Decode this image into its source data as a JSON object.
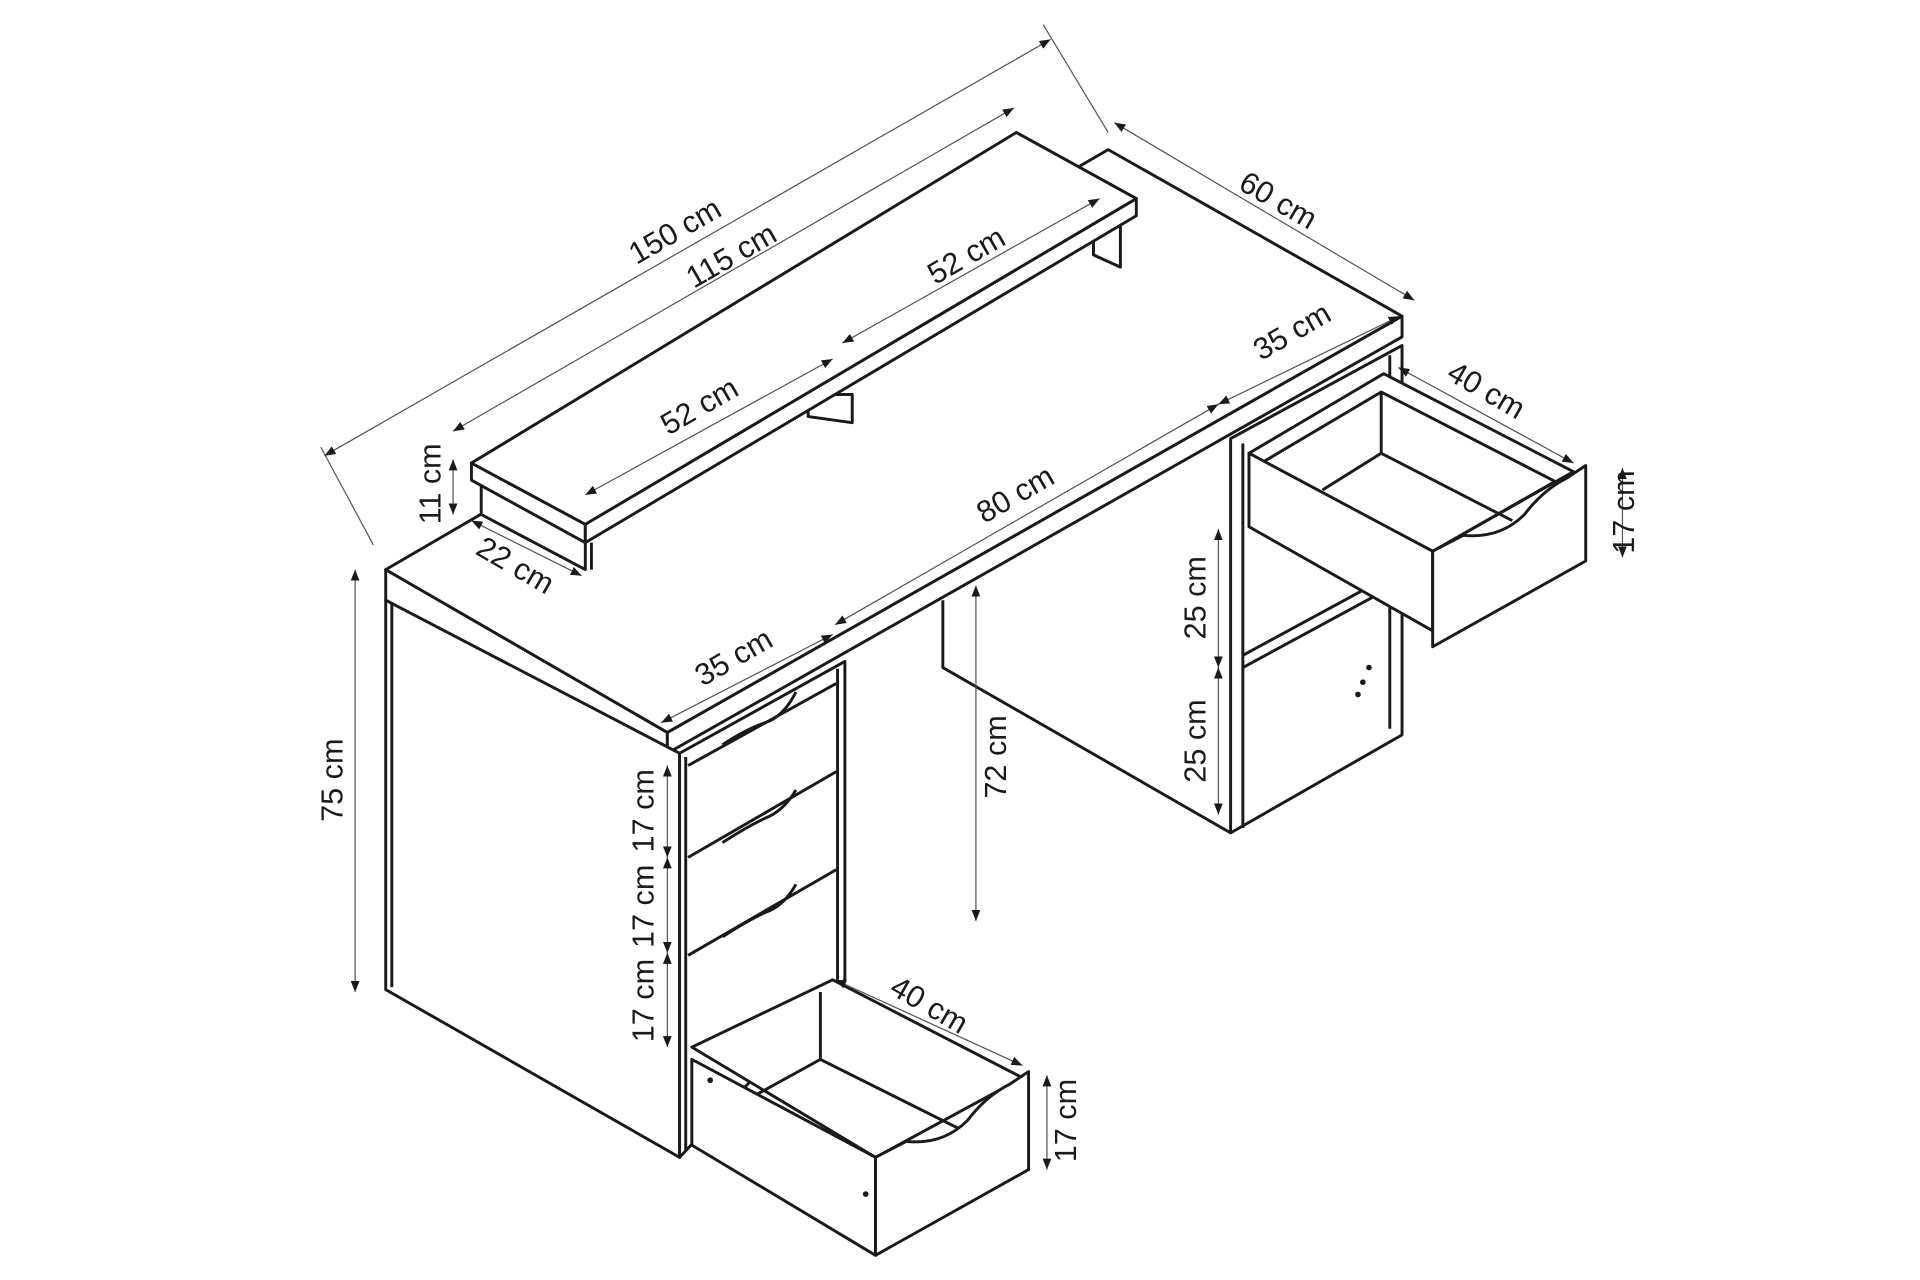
{
  "title": "Desk dimension drawing",
  "dimensions": {
    "total_width": "150 cm",
    "shelf_width": "115 cm",
    "shelf_section_right": "52 cm",
    "shelf_section_left": "52 cm",
    "depth": "60 cm",
    "right_pedestal_width": "35 cm",
    "right_drawer_depth": "40 cm",
    "right_drawer_height": "17 cm",
    "knee_space_width": "80 cm",
    "left_pedestal_width": "35 cm",
    "shelf_depth": "22 cm",
    "shelf_height": "11 cm",
    "total_height": "75 cm",
    "drawer_1_height": "17 cm",
    "drawer_2_height": "17 cm",
    "drawer_3_height": "17 cm",
    "knee_space_height": "72 cm",
    "upper_shelf_height": "25 cm",
    "lower_shelf_height": "25 cm",
    "left_drawer_depth": "40 cm",
    "left_drawer_height": "17 cm"
  }
}
